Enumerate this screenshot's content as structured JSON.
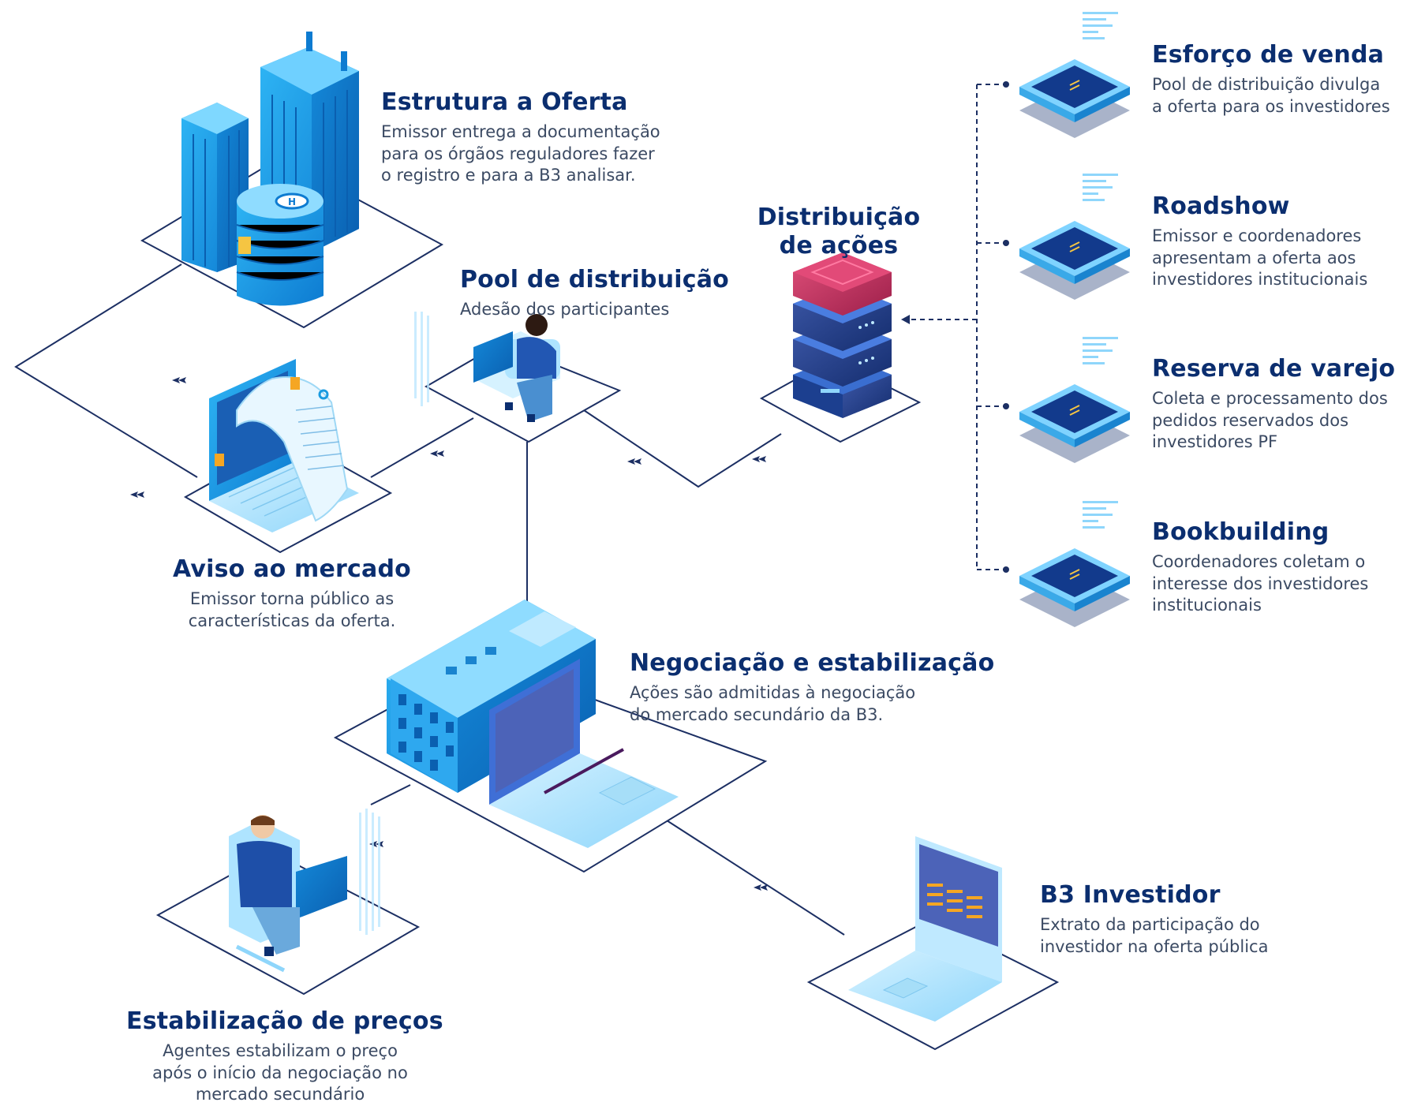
{
  "colors": {
    "navy": "#0b2e6f",
    "blue": "#1a9be0",
    "light_blue": "#7fd3ff",
    "line": "#1c2f63",
    "magenta": "#c8305e"
  },
  "nodes": {
    "estrutura": {
      "title": "Estrutura a Oferta",
      "desc": [
        "Emissor entrega a documentação",
        "para os órgãos reguladores fazer",
        "o registro e para a B3 analisar."
      ]
    },
    "pool": {
      "title": "Pool de distribuição",
      "desc": [
        "Adesão dos participantes"
      ]
    },
    "distribuicao": {
      "title": [
        "Distribuição",
        "de ações"
      ]
    },
    "aviso": {
      "title": "Aviso ao mercado",
      "desc": [
        "Emissor torna público as",
        "características da oferta."
      ]
    },
    "negociacao": {
      "title": "Negociação e estabilização",
      "desc": [
        "Ações são admitidas à negociação",
        "do mercado secundário da B3."
      ]
    },
    "estabilizacao": {
      "title": "Estabilização de preços",
      "desc": [
        "Agentes estabilizam o preço",
        "após o início da negociação no",
        "mercado secundário"
      ]
    },
    "investidor": {
      "title": "B3 Investidor",
      "desc": [
        "Extrato da participação do",
        "investidor na oferta pública"
      ]
    },
    "esforco": {
      "title": "Esforço de venda",
      "desc": [
        "Pool de distribuição divulga",
        "a oferta para os investidores"
      ]
    },
    "roadshow": {
      "title": "Roadshow",
      "desc": [
        "Emissor e coordenadores",
        "apresentam a oferta aos",
        "investidores institucionais"
      ]
    },
    "reserva": {
      "title": "Reserva de varejo",
      "desc": [
        "Coleta e processamento dos",
        "pedidos reservados dos",
        "investidores PF"
      ]
    },
    "bookbuilding": {
      "title": "Bookbuilding",
      "desc": [
        "Coordenadores coletam o",
        "interesse dos investidores",
        "institucionais"
      ]
    }
  }
}
